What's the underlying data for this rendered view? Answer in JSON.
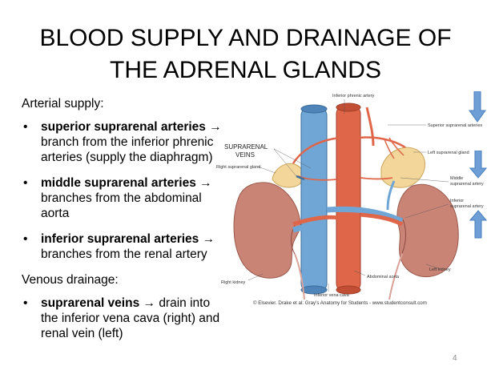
{
  "slide": {
    "title_line1": "BLOOD SUPPLY AND DRAINAGE OF",
    "title_line2": "THE ADRENAL GLANDS",
    "arterial_heading": "Arterial supply:",
    "bullets_arterial": [
      {
        "bold": "superior suprarenal arteries",
        "rest": " → branch from the inferior phrenic arteries (supply the diaphragm)"
      },
      {
        "bold": "middle suprarenal arteries",
        "rest": " → branches from the abdominal aorta"
      },
      {
        "bold": "inferior suprarenal arteries",
        "rest": " → branches from the renal artery"
      }
    ],
    "venous_heading": "Venous drainage:",
    "bullets_venous": [
      {
        "bold": "suprarenal veins",
        "rest": " → drain into the inferior vena cava (right) and renal vein (left)"
      }
    ],
    "bullet_symbol": "•",
    "page_number": "4"
  },
  "figure": {
    "labels": {
      "inferior_phrenic_artery": "Inferior phrenic artery",
      "suprarenal_veins_1": "SUPRARENAL",
      "suprarenal_veins_2": "VEINS",
      "right_suprarenal_gland": "Right suprarenal gland",
      "superior_suprarenal_arteries": "Superior suprarenal arteries",
      "left_suprarenal_gland": "Left suprarenal gland",
      "middle_suprarenal_artery_1": "Middle",
      "middle_suprarenal_artery_2": "suprarenal artery",
      "inferior_suprarenal_artery_1": "Inferior",
      "inferior_suprarenal_artery_2": "suprarenal artery",
      "left_kidney": "Left kidney",
      "abdominal_aorta": "Abdominal aorta",
      "right_kidney": "Right kidney",
      "inferior_vena_cava": "Inferior vena cava",
      "credit": "© Elsevier. Drake et al: Gray's Anatomy for Students - www.studentconsult.com"
    },
    "colors": {
      "vein_blue": "#6fa6d6",
      "artery_red": "#e0664a",
      "kidney": "#c98476",
      "gland": "#f3d79a",
      "arrow_blue": "#6d9fd6"
    }
  }
}
